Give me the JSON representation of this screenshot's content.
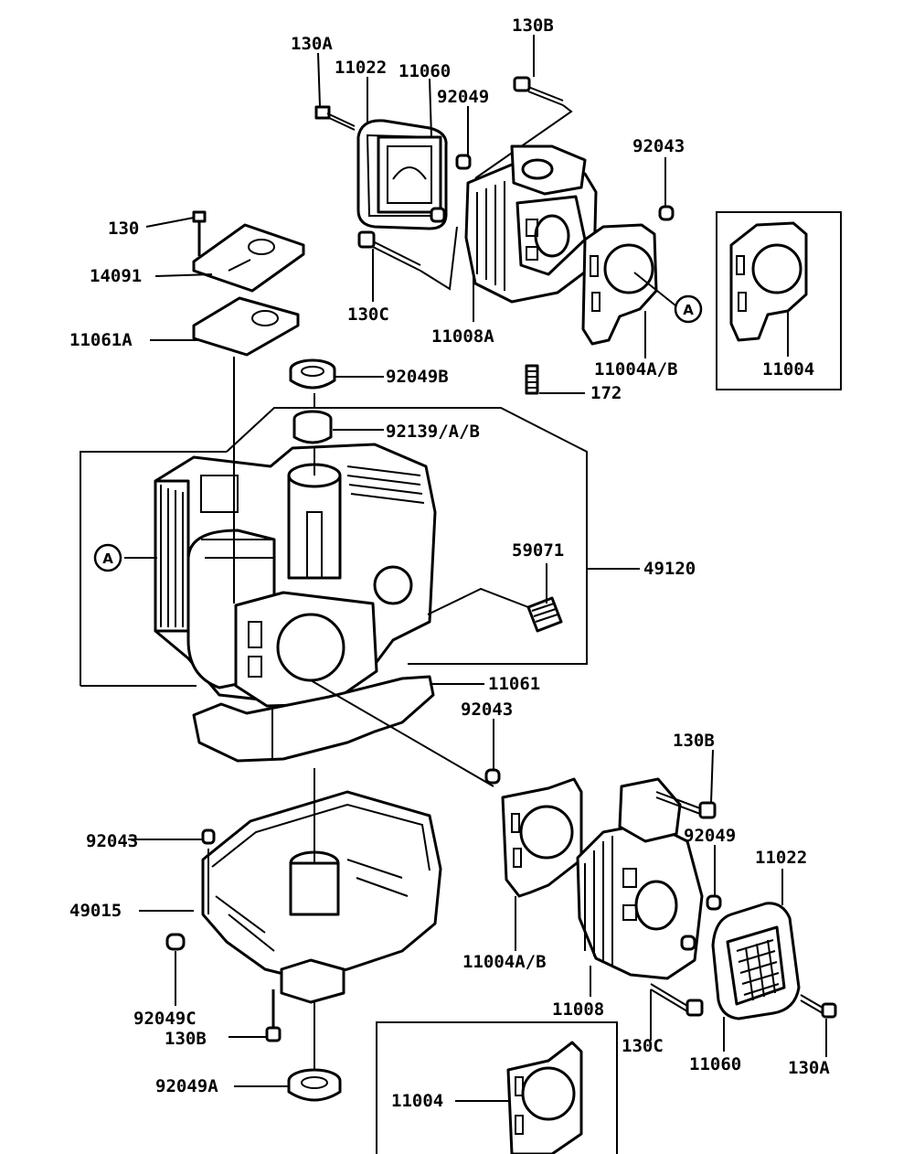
{
  "parts": {
    "p130A_top": "130A",
    "p11022_top": "11022",
    "p11060_top": "11060",
    "p130B_top": "130B",
    "p92049_top": "92049",
    "p92043_top": "92043",
    "p130": "130",
    "p14091": "14091",
    "p130C_top": "130C",
    "p11008A": "11008A",
    "p11061A": "11061A",
    "p11004AB_top": "11004A/B",
    "p11004_inset_top": "11004",
    "p172": "172",
    "p92049B": "92049B",
    "p92139": "92139/A/B",
    "p59071": "59071",
    "p49120": "49120",
    "p11061": "11061",
    "p92043_mid": "92043",
    "p130B_right": "130B",
    "p92049_right": "92049",
    "p11022_right": "11022",
    "p92043_left": "92043",
    "p49015": "49015",
    "p11004AB_bottom": "11004A/B",
    "p92049C": "92049C",
    "p130B_bottom": "130B",
    "p11008": "11008",
    "p130C_bottom": "130C",
    "p11060_bottom": "11060",
    "p130A_bottom": "130A",
    "p92049A": "92049A",
    "p11004_inset_bottom": "11004"
  },
  "callouts": {
    "a_right": "A",
    "a_left": "A"
  }
}
